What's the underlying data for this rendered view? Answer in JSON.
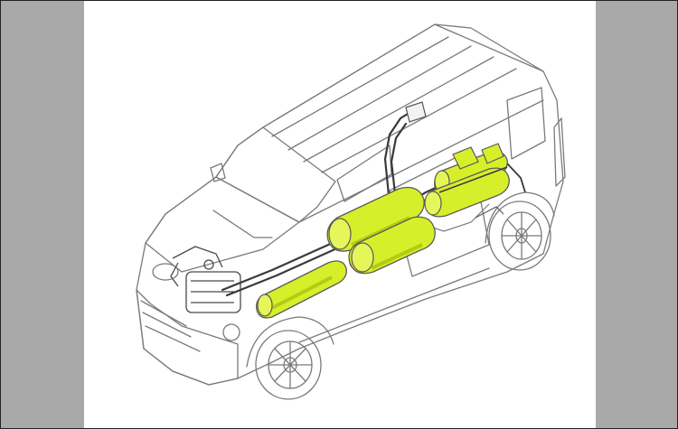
{
  "image": {
    "subject": "cutaway-van-gas-tank-system",
    "colors": {
      "side_bar": "#a9a9a9",
      "outline": "#6f6f6f",
      "line_light": "#b5b5b5",
      "tank_fill": "#d7ef2a",
      "tank_shade": "#b3cc13",
      "pipe": "#4a4a4a",
      "background": "#ffffff"
    },
    "highlighted_parts": [
      "front-cylinder-tank",
      "twin-center-tanks",
      "rear-tank-pack"
    ]
  }
}
